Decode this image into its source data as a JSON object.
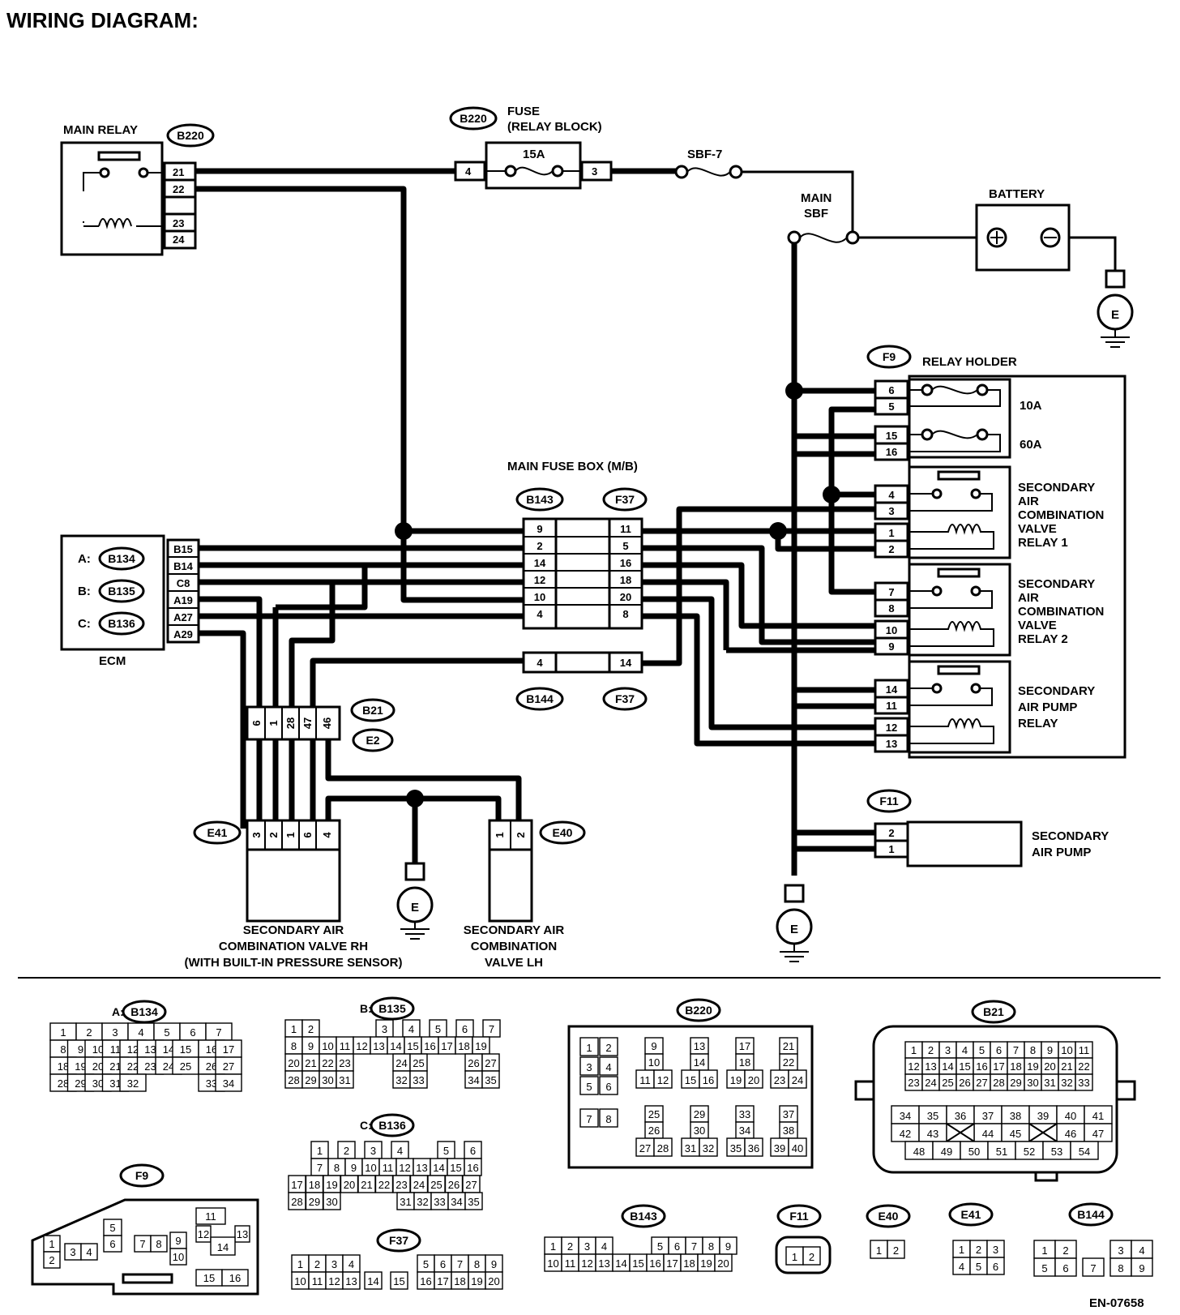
{
  "title": "WIRING DIAGRAM:",
  "code": "EN-07658",
  "labels": {
    "main_relay": "MAIN RELAY",
    "fuse_line1": "FUSE",
    "fuse_line2": "(RELAY BLOCK)",
    "fuse_rating": "15A",
    "sbf7": "SBF-7",
    "main_sbf_1": "MAIN",
    "main_sbf_2": "SBF",
    "battery": "BATTERY",
    "relay_holder": "RELAY HOLDER",
    "fuse_10a": "10A",
    "fuse_60a": "60A",
    "relay1": [
      "SECONDARY",
      "AIR",
      "COMBINATION",
      "VALVE",
      "RELAY 1"
    ],
    "relay2": [
      "SECONDARY",
      "AIR",
      "COMBINATION",
      "VALVE",
      "RELAY 2"
    ],
    "pump_relay": [
      "SECONDARY",
      "AIR PUMP",
      "RELAY"
    ],
    "main_fuse_box": "MAIN FUSE BOX (M/B)",
    "ecm": "ECM",
    "ecm_a": "A:",
    "ecm_b": "B:",
    "ecm_c": "C:",
    "air_pump": [
      "SECONDARY",
      "AIR PUMP"
    ],
    "valve_rh": [
      "SECONDARY AIR",
      "COMBINATION VALVE RH",
      "(WITH BUILT-IN PRESSURE SENSOR)"
    ],
    "valve_lh": [
      "SECONDARY AIR",
      "COMBINATION",
      "VALVE LH"
    ],
    "ground": "E"
  },
  "connector_ids": {
    "b220": "B220",
    "b143": "B143",
    "f37": "F37",
    "b144": "B144",
    "f9": "F9",
    "f11": "F11",
    "b134": "B134",
    "b135": "B135",
    "b136": "B136",
    "b21": "B21",
    "e2": "E2",
    "e41": "E41",
    "e40": "E40"
  },
  "pins": {
    "main_relay": [
      "21",
      "22",
      "23",
      "24"
    ],
    "fuse_in": "4",
    "fuse_out": "3",
    "ecm": [
      "B15",
      "B14",
      "C8",
      "A19",
      "A27",
      "A29"
    ],
    "b143": [
      "9",
      "2",
      "14",
      "12",
      "10",
      "4"
    ],
    "f37": [
      "11",
      "5",
      "16",
      "18",
      "20",
      "8"
    ],
    "b144": "4",
    "f37_lower": "14",
    "relay_holder": [
      "6",
      "5",
      "15",
      "16",
      "4",
      "3",
      "1",
      "2",
      "7",
      "8",
      "10",
      "9",
      "14",
      "11",
      "12",
      "13"
    ],
    "b21": [
      "6",
      "1",
      "28",
      "47",
      "46"
    ],
    "e41": [
      "3",
      "2",
      "1",
      "6",
      "4"
    ],
    "e40": [
      "1",
      "2"
    ],
    "f11": [
      "2",
      "1"
    ]
  },
  "connector_views": {
    "b134": {
      "prefix": "A:",
      "id": "B134",
      "rows": [
        [
          "1",
          "2",
          "3",
          "4",
          "5",
          "6",
          "7"
        ],
        [
          "8",
          "9",
          "10",
          "11",
          "12",
          "13",
          "14",
          "15",
          "16",
          "17"
        ],
        [
          "18",
          "19",
          "20",
          "21",
          "22",
          "23",
          "24",
          "25",
          "26",
          "27"
        ],
        [
          "28",
          "29",
          "30",
          "31",
          "32",
          "33",
          "34"
        ]
      ]
    },
    "b135": {
      "prefix": "B:",
      "id": "B135",
      "rows": [
        [
          "1",
          "2",
          "3",
          "4",
          "5",
          "6",
          "7"
        ],
        [
          "8",
          "9",
          "10",
          "11",
          "12",
          "13",
          "14",
          "15",
          "16",
          "17",
          "18",
          "19"
        ],
        [
          "20",
          "21",
          "22",
          "23",
          "24",
          "25",
          "26",
          "27"
        ],
        [
          "28",
          "29",
          "30",
          "31",
          "32",
          "33",
          "34",
          "35"
        ]
      ]
    },
    "b136": {
      "prefix": "C:",
      "id": "B136",
      "rows": [
        [
          "1",
          "2",
          "3",
          "4",
          "5",
          "6"
        ],
        [
          "7",
          "8",
          "9",
          "10",
          "11",
          "12",
          "13",
          "14",
          "15",
          "16"
        ],
        [
          "17",
          "18",
          "19",
          "20",
          "21",
          "22",
          "23",
          "24",
          "25",
          "26",
          "27"
        ],
        [
          "28",
          "29",
          "30",
          "31",
          "32",
          "33",
          "34",
          "35"
        ]
      ]
    },
    "b220": {
      "id": "B220",
      "pins": [
        "1",
        "2",
        "3",
        "4",
        "5",
        "6",
        "7",
        "8",
        "9",
        "10",
        "11",
        "12",
        "13",
        "14",
        "15",
        "16",
        "17",
        "18",
        "19",
        "20",
        "21",
        "22",
        "23",
        "24",
        "25",
        "26",
        "27",
        "28",
        "29",
        "30",
        "31",
        "32",
        "33",
        "34",
        "35",
        "36",
        "37",
        "38",
        "39",
        "40"
      ]
    },
    "b21": {
      "id": "B21",
      "rows": [
        [
          "1",
          "2",
          "3",
          "4",
          "5",
          "6",
          "7",
          "8",
          "9",
          "10",
          "11"
        ],
        [
          "12",
          "13",
          "14",
          "15",
          "16",
          "17",
          "18",
          "19",
          "20",
          "21",
          "22"
        ],
        [
          "23",
          "24",
          "25",
          "26",
          "27",
          "28",
          "29",
          "30",
          "31",
          "32",
          "33"
        ],
        [
          "34",
          "35",
          "36",
          "37",
          "38",
          "39",
          "40",
          "41"
        ],
        [
          "42",
          "43",
          "44",
          "45",
          "46",
          "47"
        ],
        [
          "48",
          "49",
          "50",
          "51",
          "52",
          "53",
          "54"
        ]
      ]
    },
    "f9": {
      "id": "F9",
      "pins": [
        "1",
        "2",
        "3",
        "4",
        "5",
        "6",
        "7",
        "8",
        "9",
        "10",
        "11",
        "12",
        "13",
        "14",
        "15",
        "16"
      ]
    },
    "f37": {
      "id": "F37",
      "rows": [
        [
          "1",
          "2",
          "3",
          "4",
          "5",
          "6",
          "7",
          "8",
          "9"
        ],
        [
          "10",
          "11",
          "12",
          "13",
          "14",
          "15",
          "16",
          "17",
          "18",
          "19",
          "20"
        ]
      ]
    },
    "b143": {
      "id": "B143",
      "rows": [
        [
          "1",
          "2",
          "3",
          "4",
          "5",
          "6",
          "7",
          "8",
          "9"
        ],
        [
          "10",
          "11",
          "12",
          "13",
          "14",
          "15",
          "16",
          "17",
          "18",
          "19",
          "20"
        ]
      ]
    },
    "f11": {
      "id": "F11",
      "pins": [
        "1",
        "2"
      ]
    },
    "e40": {
      "id": "E40",
      "pins": [
        "1",
        "2"
      ]
    },
    "e41": {
      "id": "E41",
      "rows": [
        [
          "1",
          "2",
          "3"
        ],
        [
          "4",
          "5",
          "6"
        ]
      ]
    },
    "b144": {
      "id": "B144",
      "rows": [
        [
          "1",
          "2",
          "3",
          "4"
        ],
        [
          "5",
          "6",
          "7",
          "8",
          "9"
        ]
      ]
    }
  }
}
